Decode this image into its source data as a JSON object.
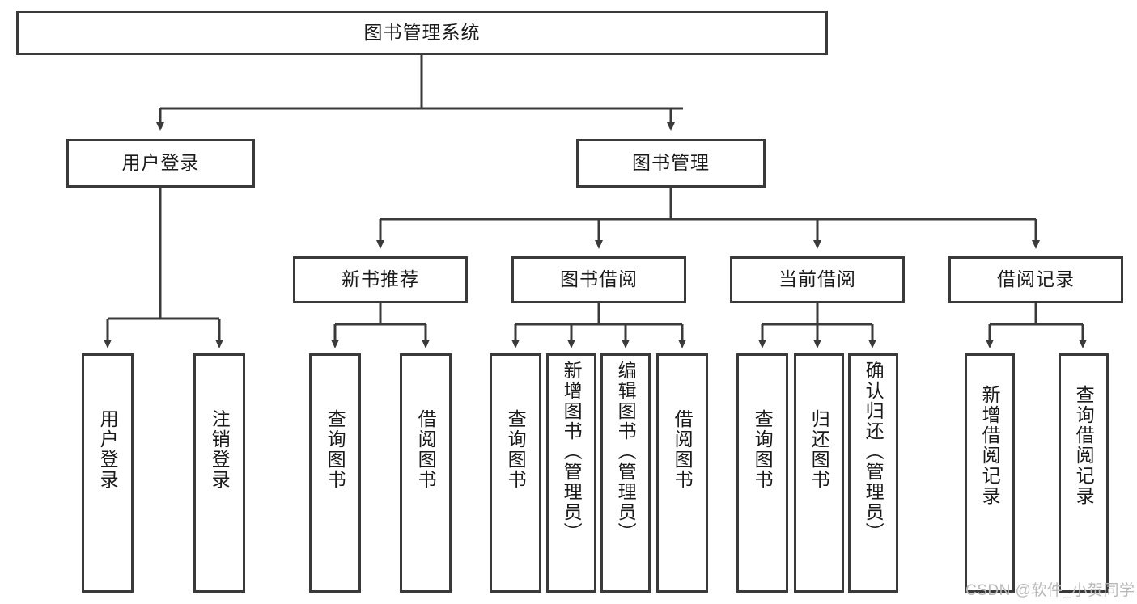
{
  "diagram": {
    "title": "图书管理系统",
    "root": {
      "label": "图书管理系统"
    },
    "level1": [
      {
        "label": "用户登录"
      },
      {
        "label": "图书管理"
      }
    ],
    "level2": [
      {
        "label": "新书推荐"
      },
      {
        "label": "图书借阅"
      },
      {
        "label": "当前借阅"
      },
      {
        "label": "借阅记录"
      }
    ],
    "leaves": {
      "user_login": [
        {
          "label": "用户登录"
        },
        {
          "label": "注销登录"
        }
      ],
      "new_book_recommend": [
        {
          "label": "查询图书"
        },
        {
          "label": "借阅图书"
        }
      ],
      "book_borrow": [
        {
          "label": "查询图书"
        },
        {
          "label": "新增图书（管理员）"
        },
        {
          "label": "编辑图书（管理员）"
        },
        {
          "label": "借阅图书"
        }
      ],
      "current_borrow": [
        {
          "label": "查询图书"
        },
        {
          "label": "归还图书"
        },
        {
          "label": "确认归还（管理员）"
        }
      ],
      "borrow_record": [
        {
          "label": "新增借阅记录"
        },
        {
          "label": "查询借阅记录"
        }
      ]
    }
  },
  "watermark": {
    "text": "CSDN @软件_小贺同学"
  },
  "colors": {
    "stroke": "#3a3a3a",
    "fill": "#ffffff",
    "text": "#1a1a1a",
    "watermark": "#b8b8b8"
  }
}
